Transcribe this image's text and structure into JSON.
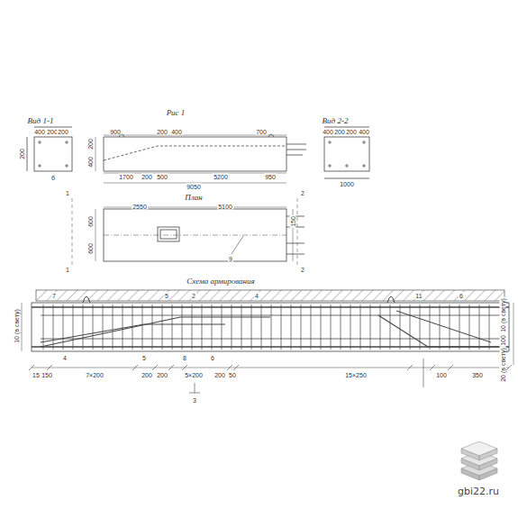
{
  "diagram": {
    "labels": [
      "Вид 1-1",
      "400",
      "200",
      "200",
      "200",
      "б",
      "Рис 1",
      "900",
      "200",
      "400",
      "700",
      "200",
      "400",
      "1700",
      "200",
      "500",
      "5200",
      "950",
      "9050",
      "Вид 2-2",
      "400",
      "200",
      "200",
      "400",
      "1000",
      "План",
      "2550",
      "5100",
      "600",
      "600",
      "150",
      "9",
      "1",
      "1",
      "2",
      "2",
      "Схема армирования",
      "7",
      "5",
      "2",
      "4",
      "11",
      "6",
      "10 (в свету)",
      "10 (в свету)",
      "4",
      "5",
      "6",
      "8",
      "15",
      "150",
      "7×200",
      "200",
      "200",
      "5×200",
      "200",
      "50",
      "15×250",
      "100",
      "350",
      "3",
      "gbi22.ru",
      "100",
      "20 (в свету)"
    ]
  }
}
